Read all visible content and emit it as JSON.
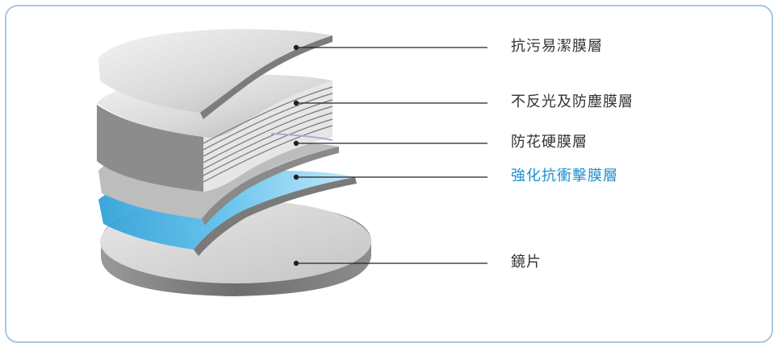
{
  "colors": {
    "frame_border": "#a9c6e3",
    "label_text": "#333333",
    "highlight_text": "#1a8fd0",
    "leader_line": "#222222"
  },
  "layers": [
    {
      "label": "抗污易潔膜層",
      "highlight": false
    },
    {
      "label": "不反光及防塵膜層",
      "highlight": false
    },
    {
      "label": "防花硬膜層",
      "highlight": false
    },
    {
      "label": "強化抗衝擊膜層",
      "highlight": true
    },
    {
      "label": "鏡片",
      "highlight": false
    }
  ]
}
